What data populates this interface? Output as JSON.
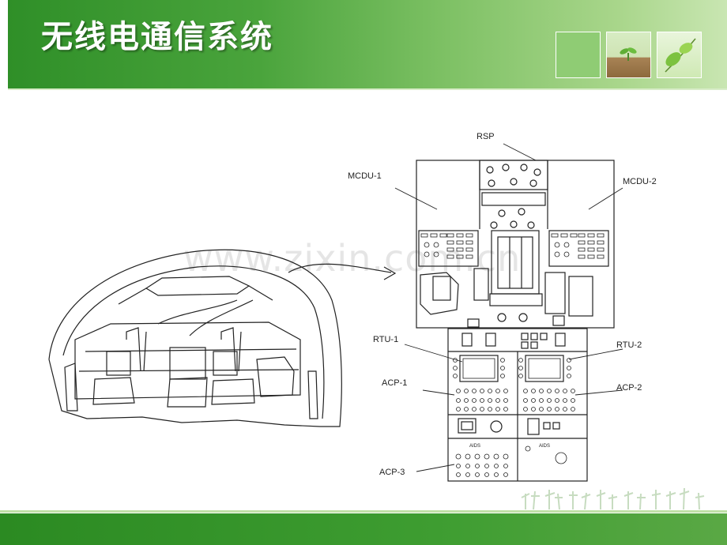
{
  "slide": {
    "title": "无线电通信系统",
    "watermark": "www.zixin.com.cn"
  },
  "diagram": {
    "labels": {
      "rsp": "RSP",
      "mcdu1": "MCDU-1",
      "mcdu2": "MCDU-2",
      "rtu1": "RTU-1",
      "rtu2": "RTU-2",
      "acp1": "ACP-1",
      "acp2": "ACP-2",
      "acp3": "ACP-3",
      "aids1": "AIDS",
      "aids2": "AIDS"
    }
  },
  "colors": {
    "header_green": "#2f8f28",
    "footer_green": "#2b8a22",
    "line_art": "#222222"
  }
}
